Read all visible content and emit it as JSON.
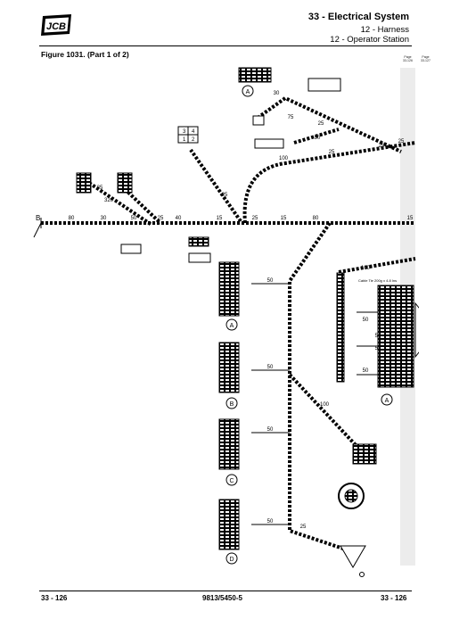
{
  "header": {
    "brand": "JCB",
    "title": "33 - Electrical System",
    "subtitle1": "12 - Harness",
    "subtitle2": "12 - Operator Station"
  },
  "figure": {
    "caption": "Figure 1031. (Part 1 of 2)"
  },
  "page_refs": [
    {
      "line1": "Page",
      "line2": "33-126"
    },
    {
      "line1": "Page",
      "line2": "33-127"
    }
  ],
  "diagram": {
    "connector_B": "B",
    "connectors": [
      "A",
      "B",
      "C",
      "D",
      "A",
      "A"
    ],
    "lengths_main": [
      "80",
      "30",
      "50",
      "25",
      "40",
      "15",
      "25",
      "15",
      "80",
      "15"
    ],
    "lengths_top": [
      "30",
      "75",
      "25",
      "50",
      "25",
      "25",
      "25",
      "100"
    ],
    "lengths_left": [
      "35",
      "320",
      "25"
    ],
    "lengths_vertical": [
      "50",
      "50",
      "50",
      "50",
      "100"
    ],
    "lengths_right": [
      "100",
      "50",
      "50",
      "50",
      "50"
    ],
    "lengths_bottom": [
      "25"
    ],
    "plug_34": [
      "3",
      "4"
    ],
    "plug_12": [
      "1",
      "2"
    ],
    "cable_tie_note": "Cable Tie 200g x 4.8 Ins"
  },
  "footer": {
    "left": "33 - 126",
    "center": "9813/5450-5",
    "right": "33 - 126"
  }
}
